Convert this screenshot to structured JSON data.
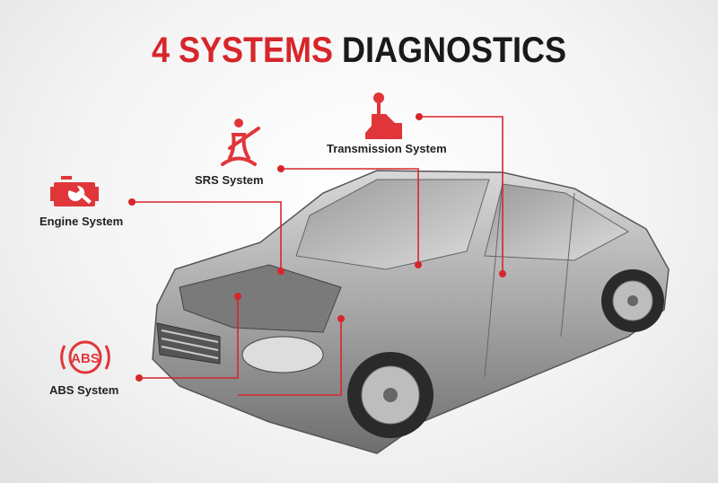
{
  "title": {
    "part1": "4 SYSTEMS",
    "part2": "DIAGNOSTICS"
  },
  "systems": [
    {
      "label": "Engine System",
      "icon": "engine-check-icon"
    },
    {
      "label": "SRS System",
      "icon": "seatbelt-icon"
    },
    {
      "label": "Transmission System",
      "icon": "gear-shift-icon"
    },
    {
      "label": "ABS System",
      "icon": "abs-icon",
      "icon_text": "ABS"
    }
  ],
  "colors": {
    "accent": "#d7262b",
    "text": "#222222",
    "car": "#8a8a8a"
  }
}
